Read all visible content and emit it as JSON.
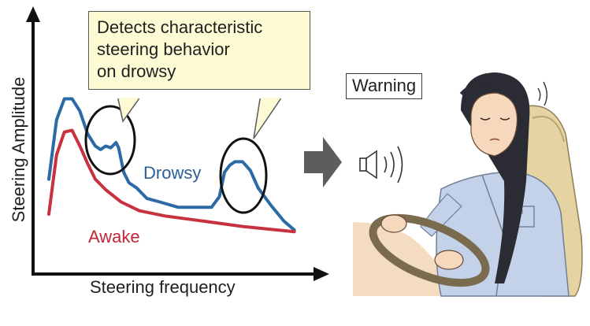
{
  "callout": {
    "lines": [
      "Detects characteristic",
      "steering behavior",
      "on drowsy"
    ]
  },
  "warning": {
    "label": "Warning"
  },
  "chart_data": {
    "type": "line",
    "xlabel": "Steering frequency",
    "ylabel": "Steering Amplitude",
    "xlim": [
      0,
      100
    ],
    "ylim": [
      0,
      100
    ],
    "series": [
      {
        "name": "Drowsy",
        "color": "#2b6aa6",
        "x": [
          0,
          3,
          6,
          9,
          12,
          15,
          18,
          20,
          22,
          24,
          26,
          27,
          29,
          31,
          34,
          38,
          43,
          50,
          57,
          63,
          66,
          68,
          70,
          72,
          75,
          78,
          81,
          86,
          91,
          95
        ],
        "y": [
          38,
          72,
          84,
          84,
          77,
          64,
          57,
          55,
          57,
          56,
          59,
          56,
          42,
          36,
          33,
          27,
          25,
          22,
          22,
          22,
          28,
          42,
          46,
          48,
          48,
          43,
          33,
          23,
          14,
          9
        ]
      },
      {
        "name": "Awake",
        "color": "#c8313f",
        "x": [
          0,
          3,
          6,
          9,
          12,
          15,
          18,
          22,
          28,
          35,
          45,
          60,
          75,
          95
        ],
        "y": [
          18,
          52,
          65,
          66,
          57,
          47,
          38,
          32,
          25,
          20,
          17,
          14,
          11,
          8
        ]
      }
    ]
  },
  "icons": {
    "arrow": "right-arrow-icon",
    "speaker": "speaker-icon",
    "sound_waves": "sound-wave-icon",
    "driver": "drowsy-driver-illustration"
  }
}
